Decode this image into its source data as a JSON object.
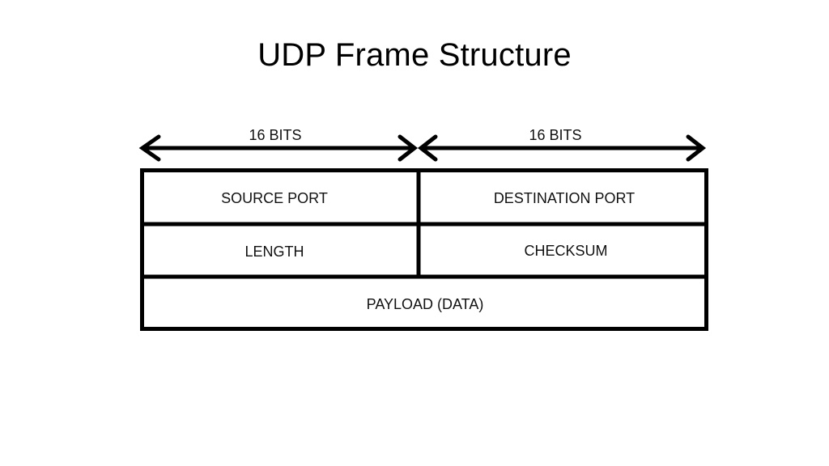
{
  "title": "UDP Frame Structure",
  "diagram": {
    "width_labels": [
      "16 BITS",
      "16 BITS"
    ],
    "fields": {
      "source_port": "SOURCE PORT",
      "destination_port": "DESTINATION PORT",
      "length": "LENGTH",
      "checksum": "CHECKSUM",
      "payload": "PAYLOAD (DATA)"
    }
  },
  "colors": {
    "line": "#000000",
    "text": "#111111",
    "background": "#ffffff"
  }
}
